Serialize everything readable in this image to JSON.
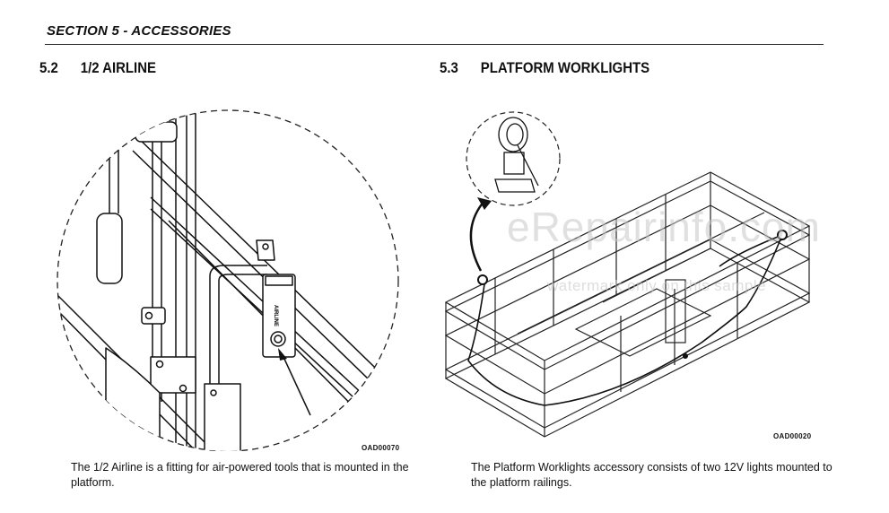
{
  "header": {
    "section": "SECTION 5 - ACCESSORIES"
  },
  "sections": [
    {
      "number": "5.2",
      "title": "1/2 AIRLINE",
      "figure_code": "OAD00070",
      "caption": "The 1/2 Airline is a fitting for air-powered tools that is mounted in the platform.",
      "fitting_label": "AIRLINE"
    },
    {
      "number": "5.3",
      "title": "PLATFORM WORKLIGHTS",
      "figure_code": "OAD00020",
      "caption": "The Platform Worklights accessory consists of two 12V lights mounted to the platform railings."
    }
  ],
  "watermark": {
    "main": "eRepairinfo.com",
    "sub": "watermark only on this sample"
  }
}
